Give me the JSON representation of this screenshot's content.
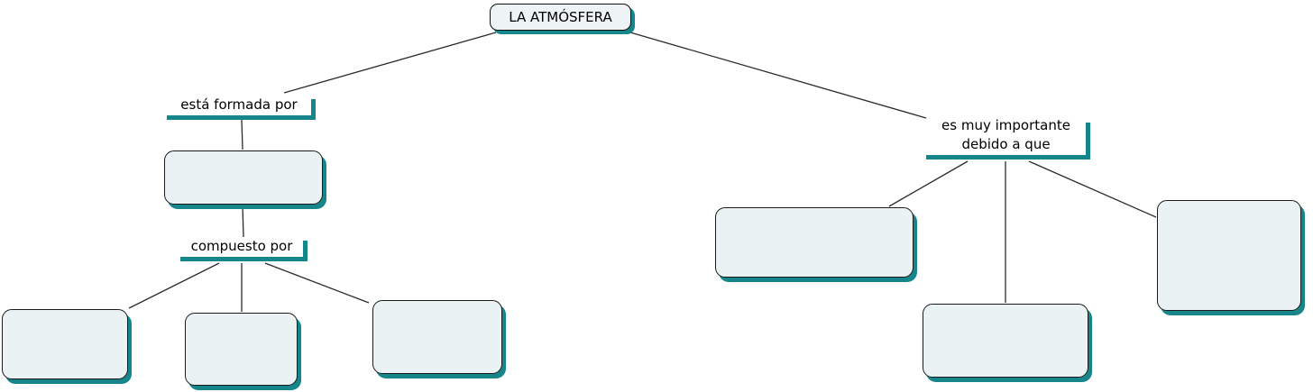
{
  "app": {
    "type": "concept-map",
    "topic": "LA ATMÓSFERA"
  },
  "colors": {
    "accent_teal": "#17868a",
    "box_fill": "#eaf2f4",
    "box_border": "#1a1a1a",
    "connector": "#2b2b2b",
    "background": "#ffffff",
    "text": "#000000"
  },
  "root_node": {
    "label": "LA ATMÓSFERA"
  },
  "linking_phrases": [
    {
      "id": "esta-formada-por",
      "lines": [
        "está formada por"
      ]
    },
    {
      "id": "compuesto-por",
      "lines": [
        "compuesto por"
      ]
    },
    {
      "id": "es-muy-importante",
      "lines": [
        "es muy importante",
        "debido a que"
      ]
    }
  ],
  "concept_boxes": [
    {
      "id": "formada-child",
      "text": ""
    },
    {
      "id": "compuesto-child-1",
      "text": ""
    },
    {
      "id": "compuesto-child-2",
      "text": ""
    },
    {
      "id": "compuesto-child-3",
      "text": ""
    },
    {
      "id": "importante-child-1",
      "text": ""
    },
    {
      "id": "importante-child-2",
      "text": ""
    },
    {
      "id": "importante-child-3",
      "text": ""
    }
  ]
}
